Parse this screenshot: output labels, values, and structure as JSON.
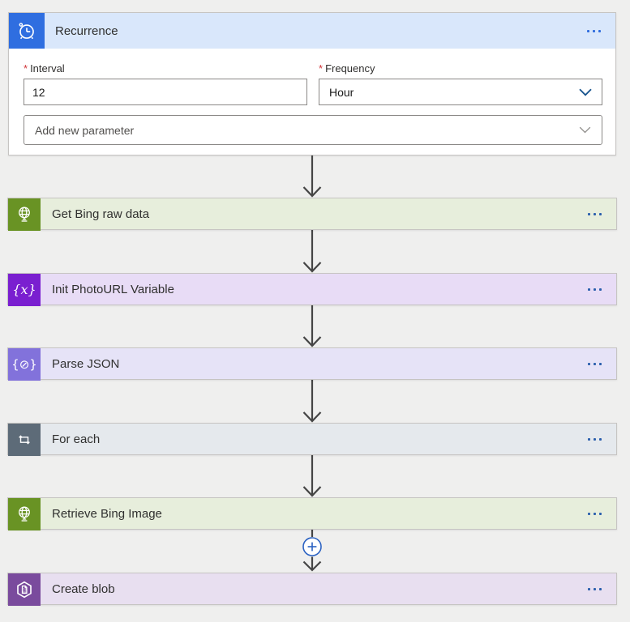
{
  "page": {
    "background": "#efefee"
  },
  "trigger": {
    "title": "Recurrence",
    "icon": "alarm-clock-icon",
    "icon_bg": "#2f6ee0",
    "header_bg": "#d9e7fb",
    "required_marker": "*",
    "fields": {
      "interval": {
        "label": "Interval",
        "value": "12"
      },
      "frequency": {
        "label": "Frequency",
        "value": "Hour"
      }
    },
    "add_parameter": {
      "placeholder": "Add new parameter"
    }
  },
  "actions": [
    {
      "title": "Get Bing raw data",
      "icon": "globe-http-icon",
      "icon_bg": "#699324",
      "header_bg": "#e7eedc"
    },
    {
      "title": "Init PhotoURL Variable",
      "icon": "variable-icon",
      "icon_bg": "#7a1fd0",
      "header_bg": "#e8dcf6",
      "icon_text": "{x}"
    },
    {
      "title": "Parse JSON",
      "icon": "json-braces-icon",
      "icon_bg": "#8272db",
      "header_bg": "#e6e3f7",
      "icon_text": "{⊘}"
    },
    {
      "title": "For each",
      "icon": "loop-icon",
      "icon_bg": "#5d6b78",
      "header_bg": "#e5e9ed"
    },
    {
      "title": "Retrieve Bing Image",
      "icon": "globe-http-icon",
      "icon_bg": "#699324",
      "header_bg": "#e7eedc"
    },
    {
      "title": "Create blob",
      "icon": "blob-storage-icon",
      "icon_bg": "#7a4b9d",
      "header_bg": "#e8dff0"
    }
  ],
  "colors": {
    "arrow": "#454545",
    "insert_plus": "#2b62c2",
    "ellipsis_trigger": "#2f6cde",
    "ellipsis_action": "#2b5fad",
    "required": "#d13438"
  }
}
